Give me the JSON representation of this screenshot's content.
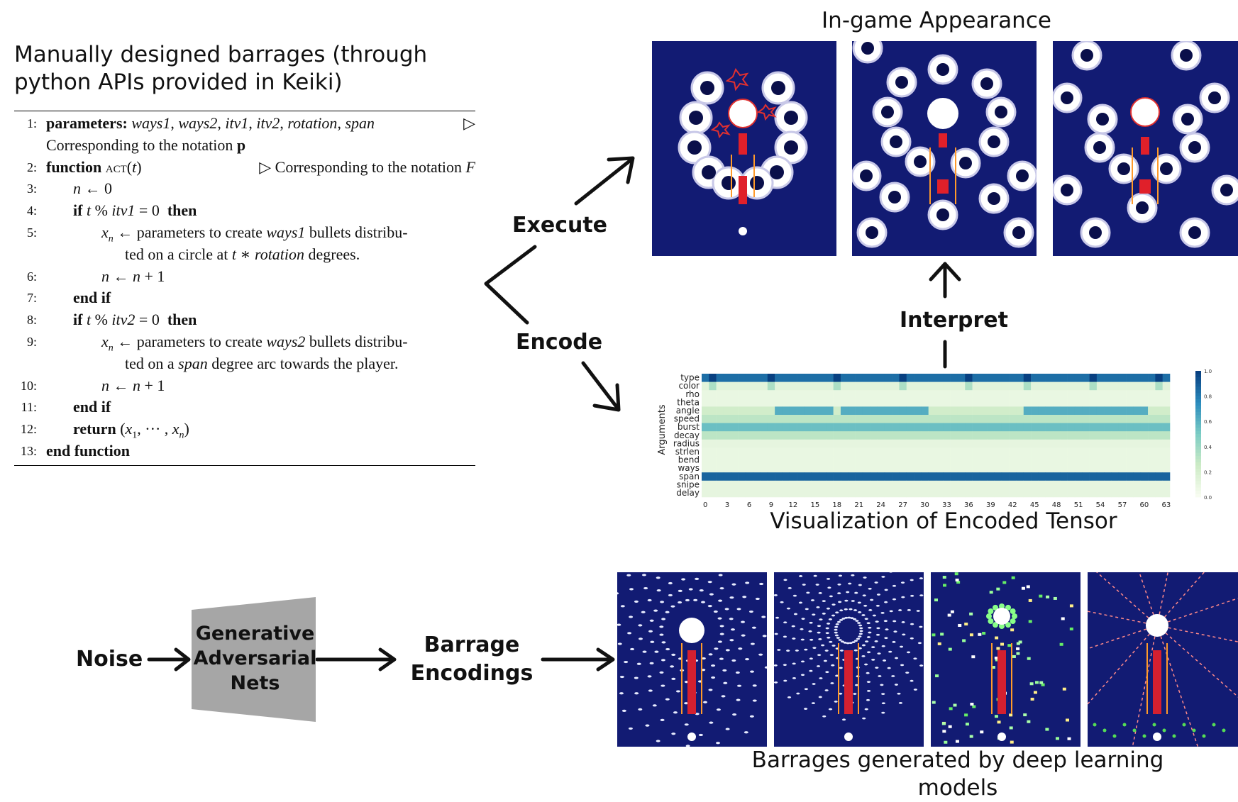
{
  "figure": {
    "left_title": "Manually designed barrages (through python APIs provided in Keiki)",
    "ingame_title": "In-game Appearance",
    "execute_label": "Execute",
    "encode_label": "Encode",
    "interpret_label": "Interpret",
    "tensor_title": "Visualization of Encoded Tensor",
    "noise_label": "Noise",
    "gan_label": "Generative Adversarial Nets",
    "encodings_label": "Barrage Encodings",
    "generated_title": "Barrages generated by deep learning models"
  },
  "algorithm": {
    "lines": [
      {
        "n": "1:",
        "text": "parameters: ways1, ways2, itv1, itv2, rotation, span",
        "comment": "▷"
      },
      {
        "n": "",
        "text": "Corresponding to the notation p"
      },
      {
        "n": "2:",
        "text": "function ACT(t)",
        "comment": "▷ Corresponding to the notation F"
      },
      {
        "n": "3:",
        "text": "n ← 0"
      },
      {
        "n": "4:",
        "text": "if t % itv1 = 0  then"
      },
      {
        "n": "5:",
        "text": "x_n ← parameters to create ways1 bullets distribu-"
      },
      {
        "n": "",
        "text": "ted on a circle at t ∗ rotation degrees."
      },
      {
        "n": "6:",
        "text": "n ← n + 1"
      },
      {
        "n": "7:",
        "text": "end if"
      },
      {
        "n": "8:",
        "text": "if t % itv2 = 0  then"
      },
      {
        "n": "9:",
        "text": "x_n ← parameters to create ways2 bullets distribu-"
      },
      {
        "n": "",
        "text": "ted on a span degree arc towards the player."
      },
      {
        "n": "10:",
        "text": "n ← n + 1"
      },
      {
        "n": "11:",
        "text": "end if"
      },
      {
        "n": "12:",
        "text": "return (x_1, ··· , x_n)"
      },
      {
        "n": "13:",
        "text": "end function"
      }
    ]
  },
  "chart_data": {
    "type": "heatmap",
    "title": "Visualization of Encoded Tensor",
    "ylabel": "Arguments",
    "xlabel": "",
    "rows": [
      "type",
      "color",
      "rho",
      "theta",
      "angle",
      "speed",
      "burst",
      "decay",
      "radius",
      "strlen",
      "bend",
      "ways",
      "span",
      "snipe",
      "delay"
    ],
    "x_ticks": [
      0,
      3,
      6,
      9,
      12,
      15,
      18,
      21,
      24,
      27,
      30,
      33,
      36,
      39,
      42,
      45,
      48,
      51,
      54,
      57,
      60,
      63
    ],
    "columns": 64,
    "colorbar_ticks": [
      0.0,
      0.2,
      0.4,
      0.6,
      0.8,
      1.0
    ],
    "colorbar_range": [
      0,
      1
    ],
    "row_values": {
      "type": 0.85,
      "color": 0.12,
      "rho": 0.08,
      "theta": 0.08,
      "angle": 0.22,
      "speed": 0.3,
      "burst": 0.55,
      "decay": 0.3,
      "radius": 0.1,
      "strlen": 0.08,
      "bend": 0.08,
      "ways": 0.08,
      "span": 0.88,
      "snipe": 0.1,
      "delay": 0.1
    },
    "color_highlight_cols": [
      1,
      9,
      18,
      27,
      36,
      44,
      53,
      62
    ],
    "angle_high_segments": [
      [
        10,
        17
      ],
      [
        19,
        26
      ],
      [
        27,
        30
      ],
      [
        44,
        52
      ],
      [
        53,
        60
      ]
    ],
    "angle_high_value": 0.62,
    "colormap": [
      "#f7fcf0",
      "#ccebc5",
      "#7bccc4",
      "#2b8cbe",
      "#084081"
    ]
  },
  "colors": {
    "panel_bg": "#121b73",
    "gan_fill": "#a6a6a6",
    "arrow": "#111111"
  }
}
